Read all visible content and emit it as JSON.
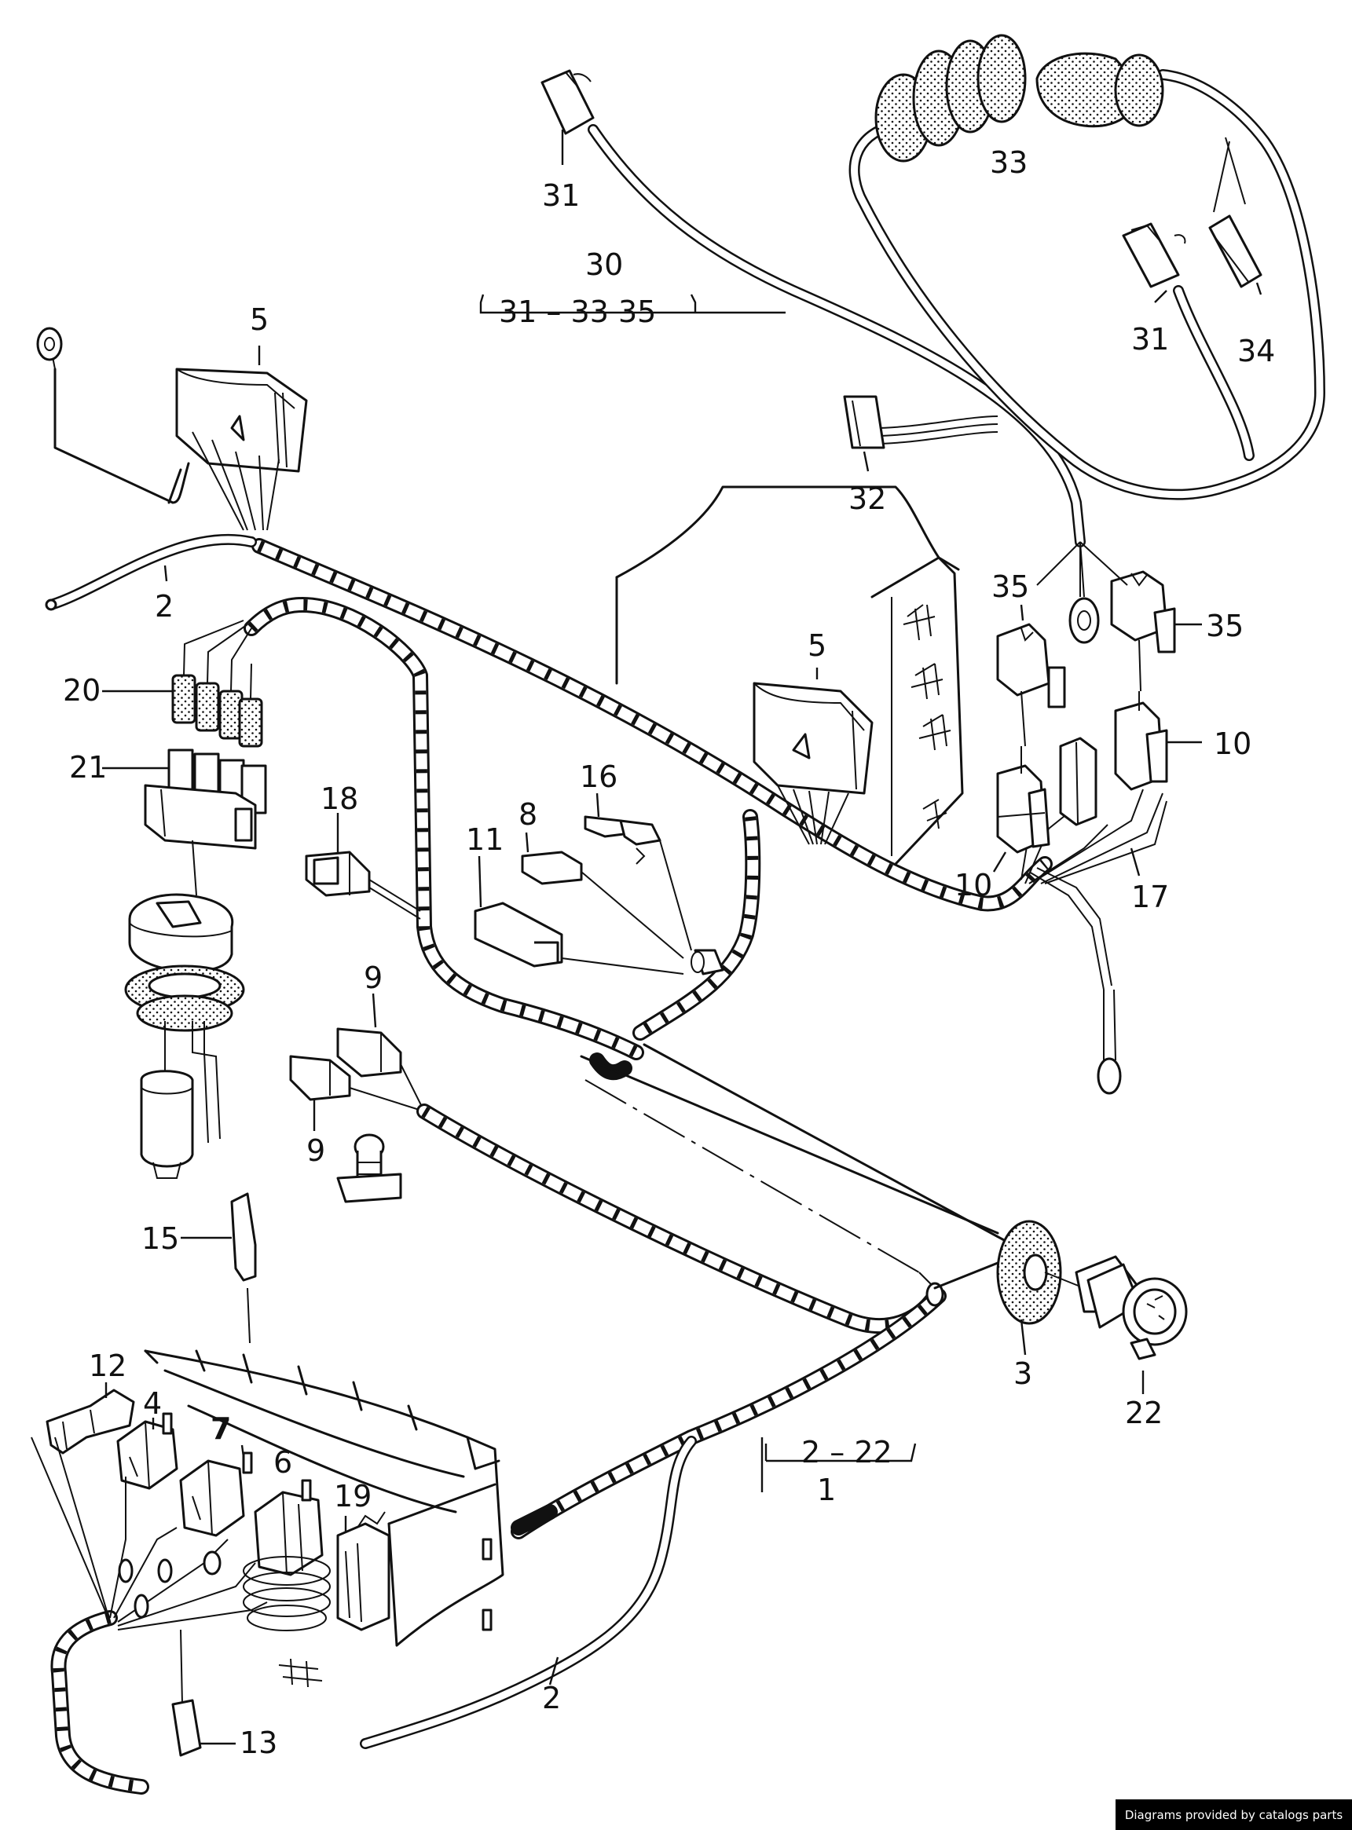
{
  "callouts": {
    "c31a": "31",
    "c30": "30",
    "c30_range": "31 – 33  35",
    "c33": "33",
    "c31b": "31",
    "c34": "34",
    "c32": "32",
    "c5a": "5",
    "c2a": "2",
    "c20": "20",
    "c21": "21",
    "c5b": "5",
    "c35a": "35",
    "c35b": "35",
    "c10a": "10",
    "c10b": "10",
    "c17": "17",
    "c18": "18",
    "c16": "16",
    "c8": "8",
    "c11": "11",
    "c9a": "9",
    "c9b": "9",
    "c15": "15",
    "c3": "3",
    "c22": "22",
    "c12": "12",
    "c4": "4",
    "c7": "7",
    "c6": "6",
    "c19": "19",
    "c2_22": "2 – 22",
    "c1": "1",
    "c2b": "2",
    "c13": "13"
  },
  "footer": {
    "text": "Diagrams provided by catalogs parts"
  }
}
